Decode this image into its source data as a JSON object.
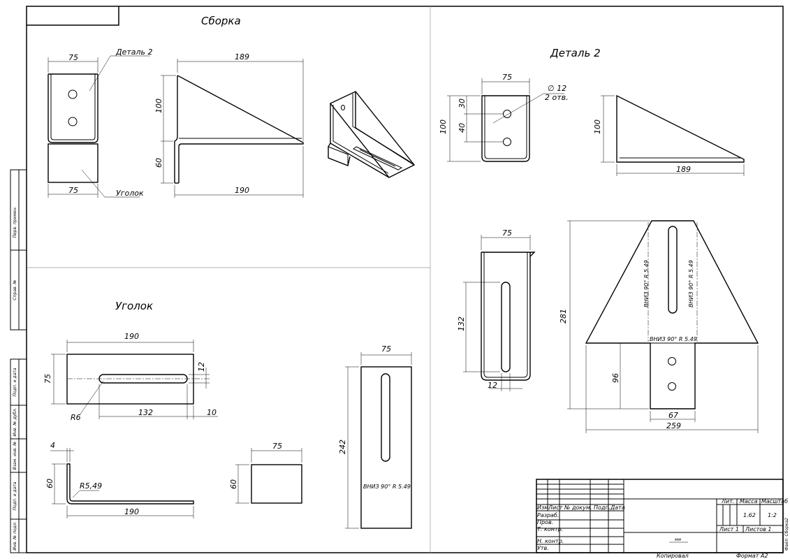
{
  "sections": {
    "assembly": "Сборка",
    "part2": "Деталь 2",
    "bracket": "Уголок"
  },
  "assembly": {
    "label_part2": "Деталь 2",
    "label_bracket": "Уголок",
    "dim_width_top": "75",
    "dim_width_bottom": "75",
    "dim_height_upper": "100",
    "dim_height_lower": "60",
    "dim_top_length": "189",
    "dim_bottom_length": "190"
  },
  "part2": {
    "dim_width": "75",
    "dim_hole": "∅ 12",
    "dim_holes_count": "2 отв.",
    "dim_30": "30",
    "dim_40": "40",
    "dim_100_left": "100",
    "dim_100_side": "100",
    "dim_189": "189",
    "dim_75_slot": "75",
    "dim_132": "132",
    "dim_12": "12",
    "dim_281": "281",
    "dim_96": "96",
    "dim_67": "67",
    "dim_259": "259",
    "bend_note": "ВНИЗ  90°  R 5.49"
  },
  "bracket": {
    "dim_190_top": "190",
    "dim_75": "75",
    "dim_12": "12",
    "dim_132": "132",
    "dim_10": "10",
    "dim_R6": "R6",
    "dim_4": "4",
    "dim_60_profile": "60",
    "dim_R549": "R5,49",
    "dim_190_profile": "190",
    "dim_75_small": "75",
    "dim_60_small": "60",
    "dim_75_flat": "75",
    "dim_242": "242",
    "bend_note": "ВНИЗ  90°  R 5.49"
  },
  "side_stamp": {
    "perv_primen": "Перв. примен.",
    "sprav_no": "Справ. №",
    "podp_data1": "Подп. и дата",
    "inv_dubl": "Инв. № дубл.",
    "vzam_inv": "Взам. инв. №",
    "podp_data2": "Подп. и дата",
    "inv_podl": "Инв. № подл."
  },
  "title_block": {
    "izm": "Изм.",
    "list": "Лист",
    "doc_no": "№ докум.",
    "podp": "Подп.",
    "data": "Дата",
    "razrab": "Разраб.",
    "prov": "Пров.",
    "t_kontr": "Т. контр.",
    "n_kontr": "Н. контр.",
    "utv": "Утв.",
    "lit": "Лит.",
    "massa": "Масса",
    "masshtab": "Масштаб",
    "mass_value": "1.62",
    "scale_value": "1:2",
    "sheet": "Лист 1",
    "sheets": "Листов 1",
    "units": "мм",
    "copied": "Копировал",
    "format": "Формат A2",
    "file": "Файл: Сборка2"
  }
}
